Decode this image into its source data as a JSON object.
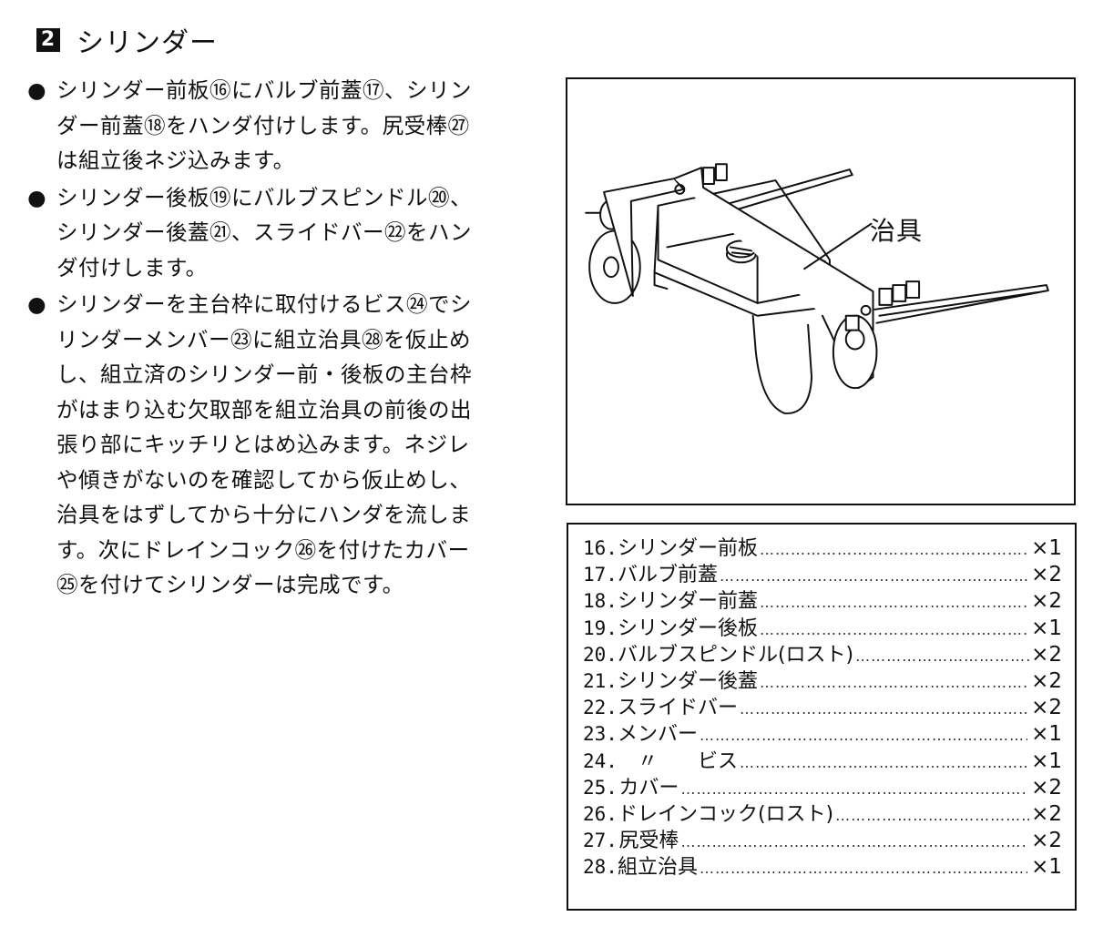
{
  "heading": {
    "number": "2",
    "title": "シリンダー"
  },
  "paragraphs": [
    {
      "bullet": "●",
      "lines": [
        "シリンダー前板⑯にバルブ前蓋⑰、シリン",
        "ダー前蓋⑱をハンダ付けします。尻受棒㉗",
        "は組立後ネジ込みます。"
      ]
    },
    {
      "bullet": "●",
      "lines": [
        "シリンダー後板⑲にバルブスピンドル⑳、",
        "シリンダー後蓋㉑、スライドバー㉒をハン",
        "ダ付けします。"
      ]
    },
    {
      "bullet": "●",
      "lines": [
        "シリンダーを主台枠に取付けるビス㉔でシ",
        "リンダーメンバー㉓に組立治具㉘を仮止め",
        "し、組立済のシリンダー前・後板の主台枠",
        "がはまり込む欠取部を組立治具の前後の出",
        "張り部にキッチリとはめ込みます。ネジレ",
        "や傾きがないのを確認してから仮止めし、",
        "治具をはずしてから十分にハンダを流しま",
        "す。次にドレインコック㉖を付けたカバー",
        "㉕を付けてシリンダーは完成です。"
      ]
    }
  ],
  "figure": {
    "label": "治具"
  },
  "parts": [
    {
      "no": "16.",
      "name": "シリンダー前板",
      "qty": "×1"
    },
    {
      "no": "17.",
      "name": "バルブ前蓋",
      "qty": "×2"
    },
    {
      "no": "18.",
      "name": "シリンダー前蓋",
      "qty": "×2"
    },
    {
      "no": "19.",
      "name": "シリンダー後板",
      "qty": "×1"
    },
    {
      "no": "20.",
      "name": "バルブスピンドル(ロスト)",
      "qty": "×2"
    },
    {
      "no": "21.",
      "name": "シリンダー後蓋",
      "qty": "×2"
    },
    {
      "no": "22.",
      "name": "スライドバー",
      "qty": "×2"
    },
    {
      "no": "23.",
      "name": "メンバー",
      "qty": "×1"
    },
    {
      "no": "24.",
      "name": "　〃　　ビス",
      "qty": "×1"
    },
    {
      "no": "25.",
      "name": "カバー",
      "qty": "×2"
    },
    {
      "no": "26.",
      "name": "ドレインコック(ロスト)",
      "qty": "×2"
    },
    {
      "no": "27.",
      "name": "尻受棒 ",
      "qty": "×2"
    },
    {
      "no": "28.",
      "name": "組立治具",
      "qty": "×1"
    }
  ],
  "dots": "……………………………………………………………………"
}
